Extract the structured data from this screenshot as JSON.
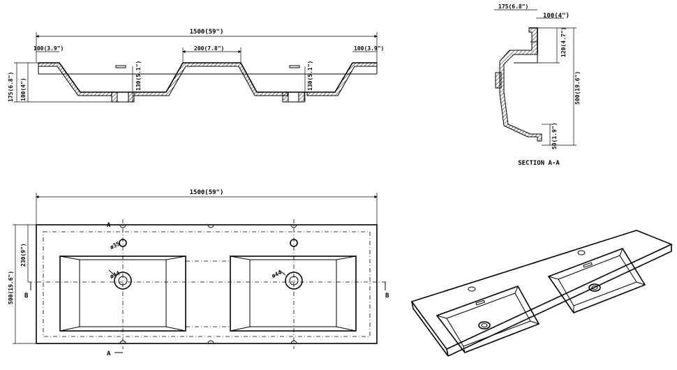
{
  "front_view": {
    "overall_width": "1500(59\")",
    "left_edge": "100(3.9\")",
    "right_edge": "100(3.9\")",
    "center_gap": "200(7.8\")",
    "total_height": "175(6.8\")",
    "rim_height": "100(4\")",
    "bowl_depth_left": "130(5.1\")",
    "bowl_depth_right": "130(5.1\")"
  },
  "section_view": {
    "top_width": "175(6.8\")",
    "rim_width": "100(4\")",
    "upper_height": "120(4.7\")",
    "total_depth": "500(19.6\")",
    "bottom_lip": "50(1.9\")",
    "caption": "SECTION A-A"
  },
  "plan_view": {
    "overall_width": "1500(59\")",
    "depth": "500(19.6\")",
    "bowl_offset": "230(9\")",
    "tap_hole": "ø35",
    "drain_left": "ø44",
    "drain_right": "ø44",
    "section_label_top": "A",
    "section_label_bottom": "A",
    "side_label_left": "B",
    "side_label_right": "B"
  }
}
